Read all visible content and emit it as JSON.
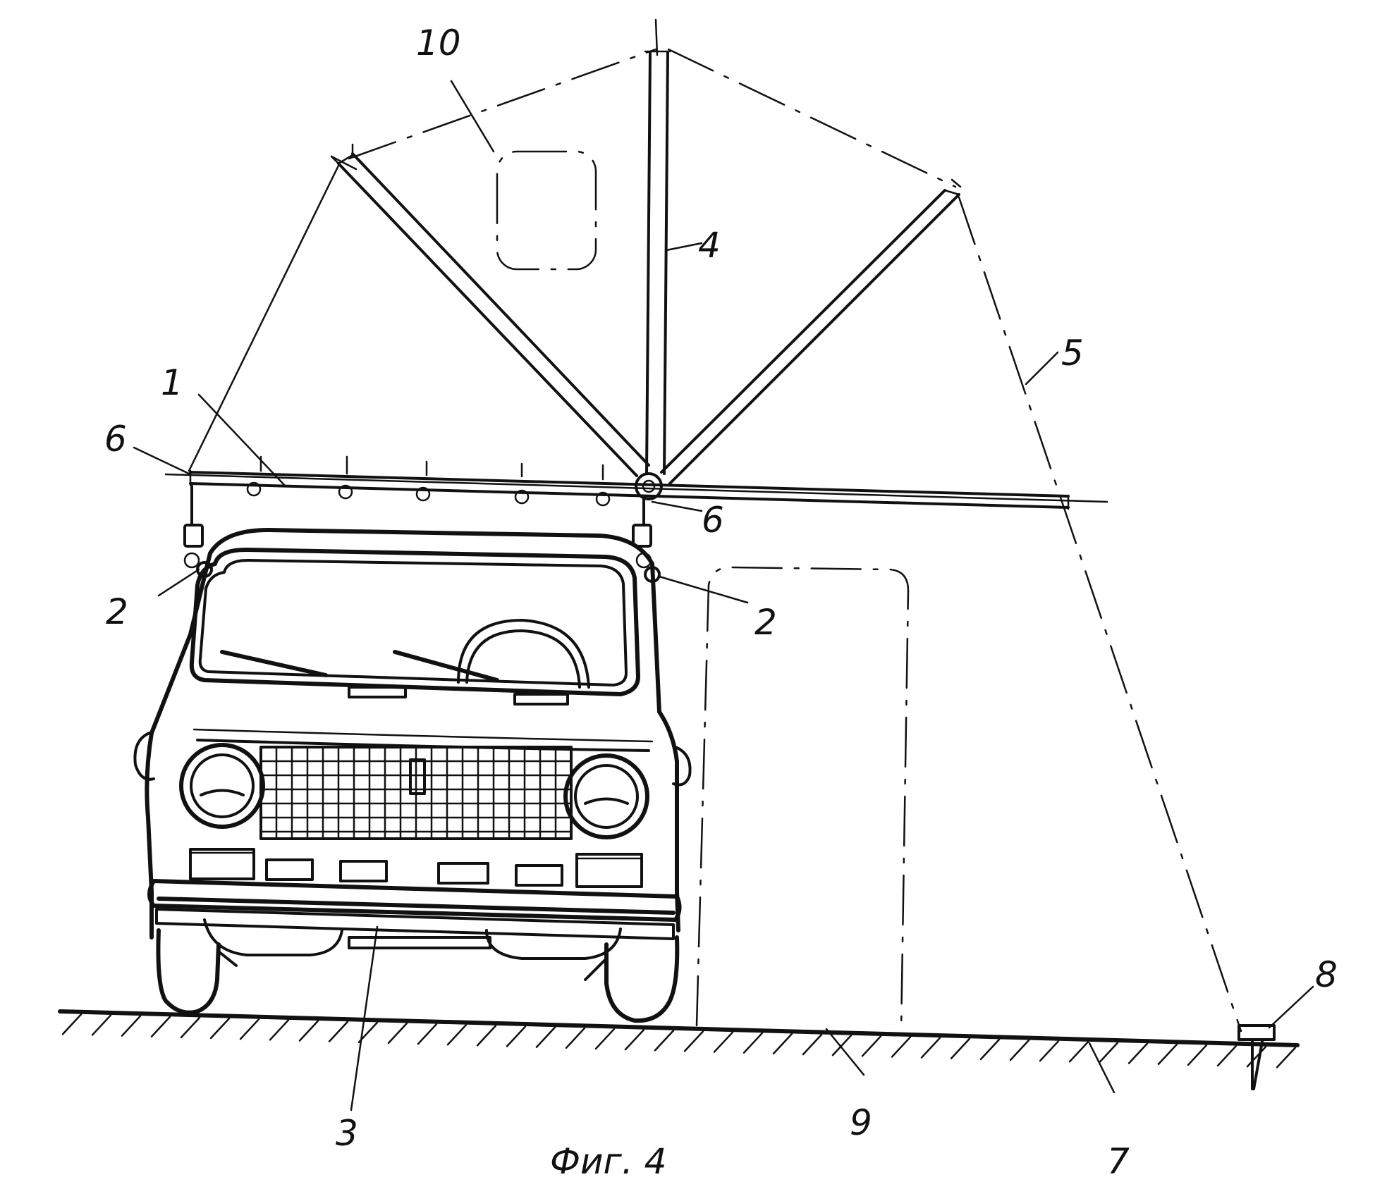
{
  "figure": {
    "caption": "Фиг. 4",
    "labels": {
      "l1": "1",
      "l2a": "2",
      "l2b": "2",
      "l3": "3",
      "l4": "4",
      "l5": "5",
      "l6a": "6",
      "l6b": "6",
      "l7": "7",
      "l8": "8",
      "l9": "9",
      "l10": "10"
    }
  }
}
